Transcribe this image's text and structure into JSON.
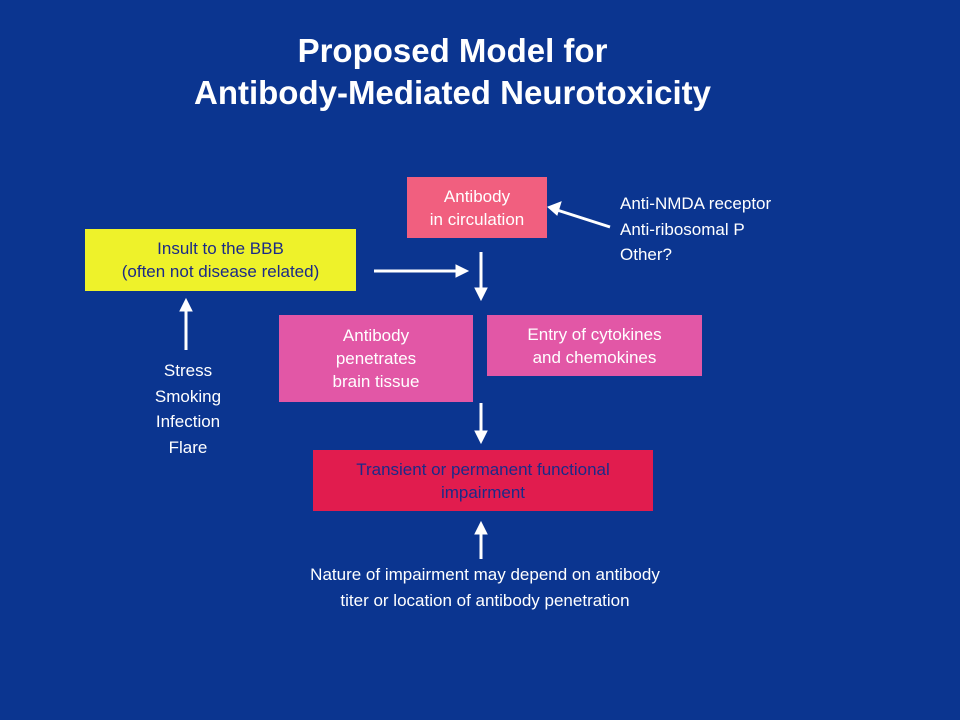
{
  "title": {
    "line1": "Proposed Model for",
    "line2": "Antibody-Mediated Neurotoxicity"
  },
  "boxes": {
    "circulation": [
      "Antibody",
      "in circulation"
    ],
    "insult": [
      "Insult to the BBB",
      "(often not disease related)"
    ],
    "penetrates": [
      "Antibody",
      "penetrates",
      "brain tissue"
    ],
    "cytokines": [
      "Entry of cytokines",
      "and chemokines"
    ],
    "impairment": [
      "Transient or permanent functional",
      "impairment"
    ]
  },
  "antibody_types": [
    "Anti-NMDA receptor",
    "Anti-ribosomal P",
    "Other?"
  ],
  "triggers": [
    "Stress",
    "Smoking",
    "Infection",
    "Flare"
  ],
  "nature_note": [
    "Nature of impairment may depend on antibody",
    "titer or location of antibody penetration"
  ],
  "colors": {
    "background": "#0b3590",
    "circulation_box": "#f15f7f",
    "insult_box": "#eef22a",
    "penetrates_box": "#e257a6",
    "impairment_box": "#e11c4e",
    "dark_text": "#1b2a88"
  }
}
